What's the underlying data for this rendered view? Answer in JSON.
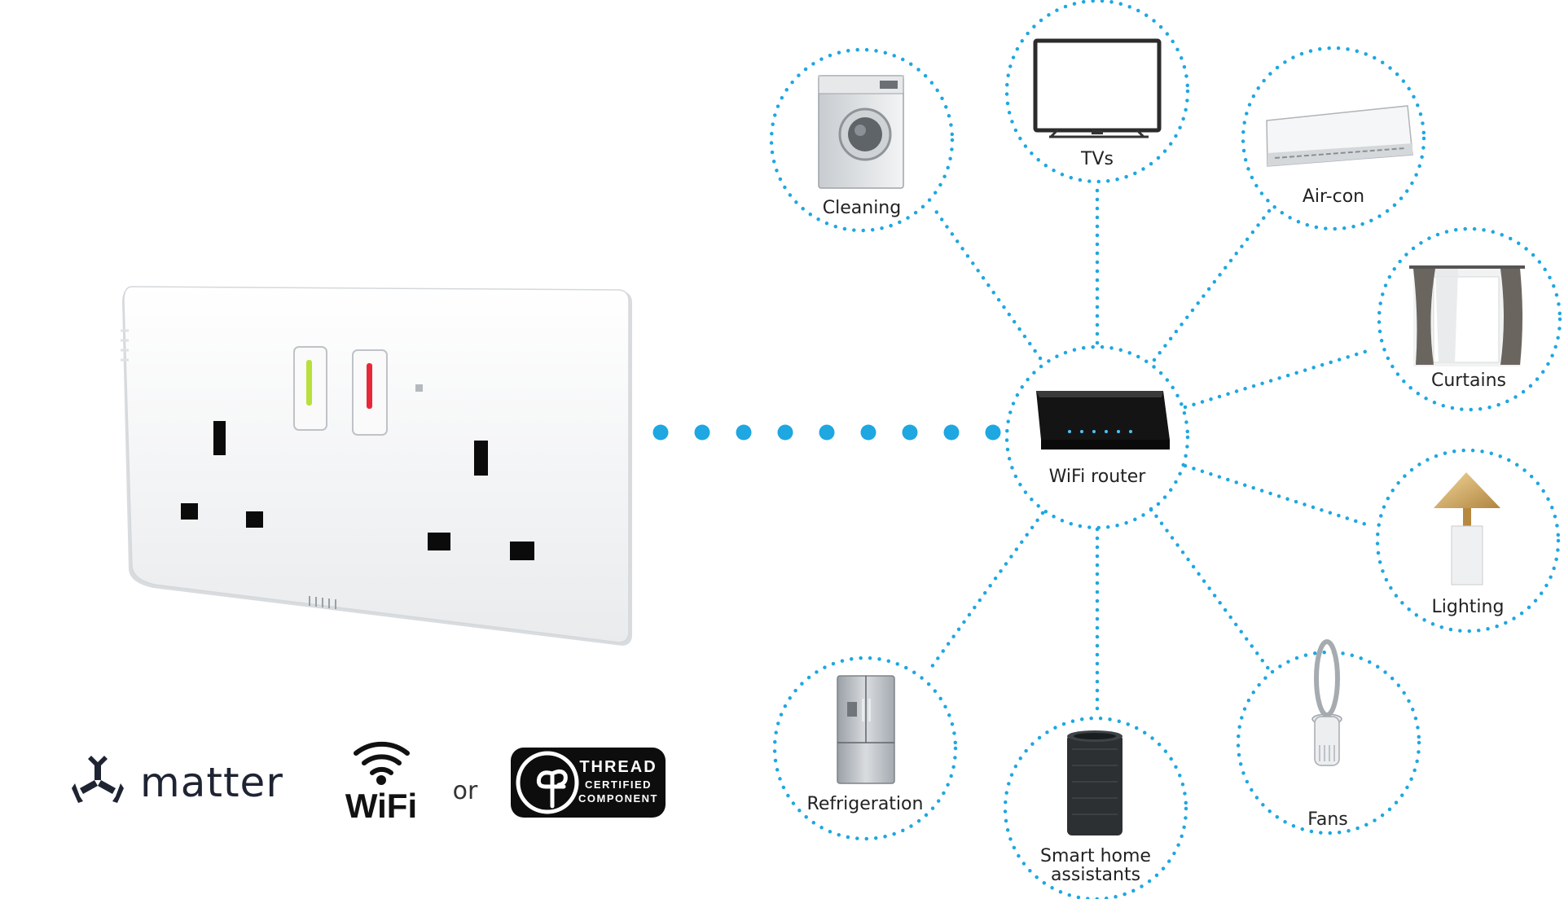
{
  "hub": {
    "label": "WiFi router"
  },
  "devices": [
    {
      "id": "cleaning",
      "label": "Cleaning"
    },
    {
      "id": "tvs",
      "label": "TVs"
    },
    {
      "id": "aircon",
      "label": "Air-con"
    },
    {
      "id": "curtains",
      "label": "Curtains"
    },
    {
      "id": "lighting",
      "label": "Lighting"
    },
    {
      "id": "fans",
      "label": "Fans"
    },
    {
      "id": "assistants",
      "label_line1": "Smart home",
      "label_line2": "assistants"
    },
    {
      "id": "refrigeration",
      "label": "Refrigeration"
    }
  ],
  "logos": {
    "matter": "matter",
    "wifi": "WiFi",
    "or": "or",
    "thread_line1": "THREAD",
    "thread_line2": "CERTIFIED",
    "thread_line3": "COMPONENT"
  },
  "colors": {
    "dots": "#1ea7e1",
    "socket_plate": "#f4f5f6",
    "led_green": "#b8e03a",
    "led_red": "#e8283a"
  }
}
